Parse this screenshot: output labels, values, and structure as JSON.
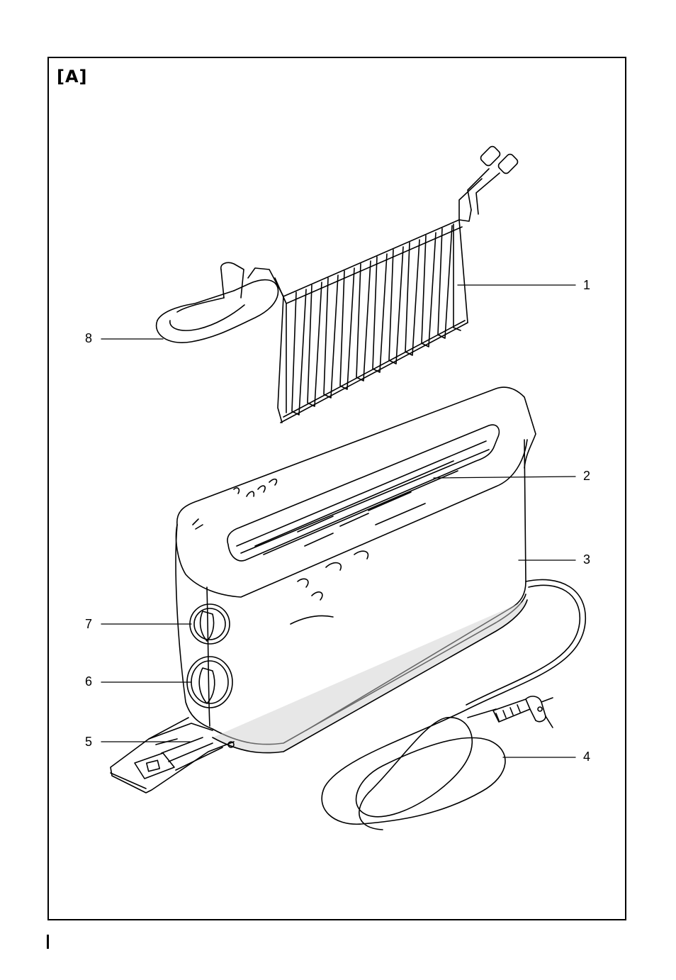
{
  "figure": {
    "label": "[A]"
  },
  "callouts": [
    {
      "id": "1",
      "number": "1",
      "part": "toast-rack"
    },
    {
      "id": "2",
      "number": "2",
      "part": "toasting-slot"
    },
    {
      "id": "3",
      "number": "3",
      "part": "housing"
    },
    {
      "id": "4",
      "number": "4",
      "part": "power-cord"
    },
    {
      "id": "5",
      "number": "5",
      "part": "crumb-tray"
    },
    {
      "id": "6",
      "number": "6",
      "part": "browning-dial"
    },
    {
      "id": "7",
      "number": "7",
      "part": "function-dial"
    },
    {
      "id": "8",
      "number": "8",
      "part": "rack-handle"
    }
  ],
  "colors": {
    "line": "#000000",
    "base_band": "#cfcfcf"
  }
}
